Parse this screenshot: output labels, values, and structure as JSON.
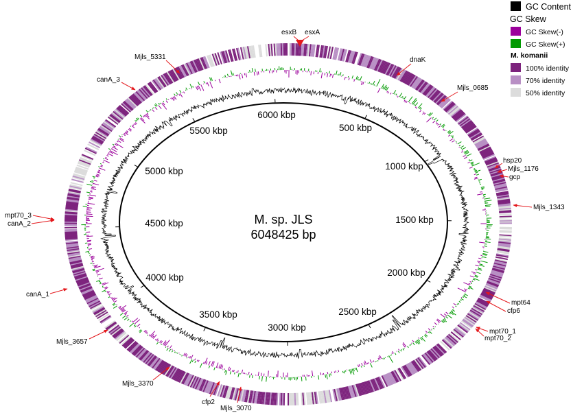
{
  "figure": {
    "genome_name": "M. sp. JLS",
    "genome_length": "6048425 bp"
  },
  "scale": {
    "tick_labels": [
      "500 kbp",
      "1000 kbp",
      "1500 kbp",
      "2000 kbp",
      "2500 kbp",
      "3000 kbp",
      "3500 kbp",
      "4000 kbp",
      "4500 kbp",
      "5000 kbp",
      "5500 kbp",
      "6000 kbp"
    ]
  },
  "legend": {
    "gc_content": {
      "label": "GC Content",
      "color": "#000000"
    },
    "gc_skew_title": "GC Skew",
    "gc_skew_minus": {
      "label": "GC Skew(-)",
      "color": "#9b009b"
    },
    "gc_skew_plus": {
      "label": "GC Skew(+)",
      "color": "#009900"
    },
    "comparison_title": "M. komanii",
    "identity_100": {
      "label": "100% identity",
      "color": "#7d237d"
    },
    "identity_70": {
      "label": "70% identity",
      "color": "#b88fc4"
    },
    "identity_50": {
      "label": "50% identity",
      "color": "#dcdcdc"
    }
  },
  "gene_label_color": "#e4181c",
  "genes": [
    "esxB",
    "esxA",
    "Mjls_5331",
    "canA_3",
    "dnaK",
    "Mjls_0685",
    "hsp20",
    "Mjls_1176",
    "gcp",
    "Mjls_1343",
    "mpt70_3",
    "canA_2",
    "canA_1",
    "mpt64",
    "cfp6",
    "mpt70_1",
    "mpt70_2",
    "Mjls_3657",
    "Mjls_3370",
    "cfp2",
    "Mjls_3070"
  ]
}
